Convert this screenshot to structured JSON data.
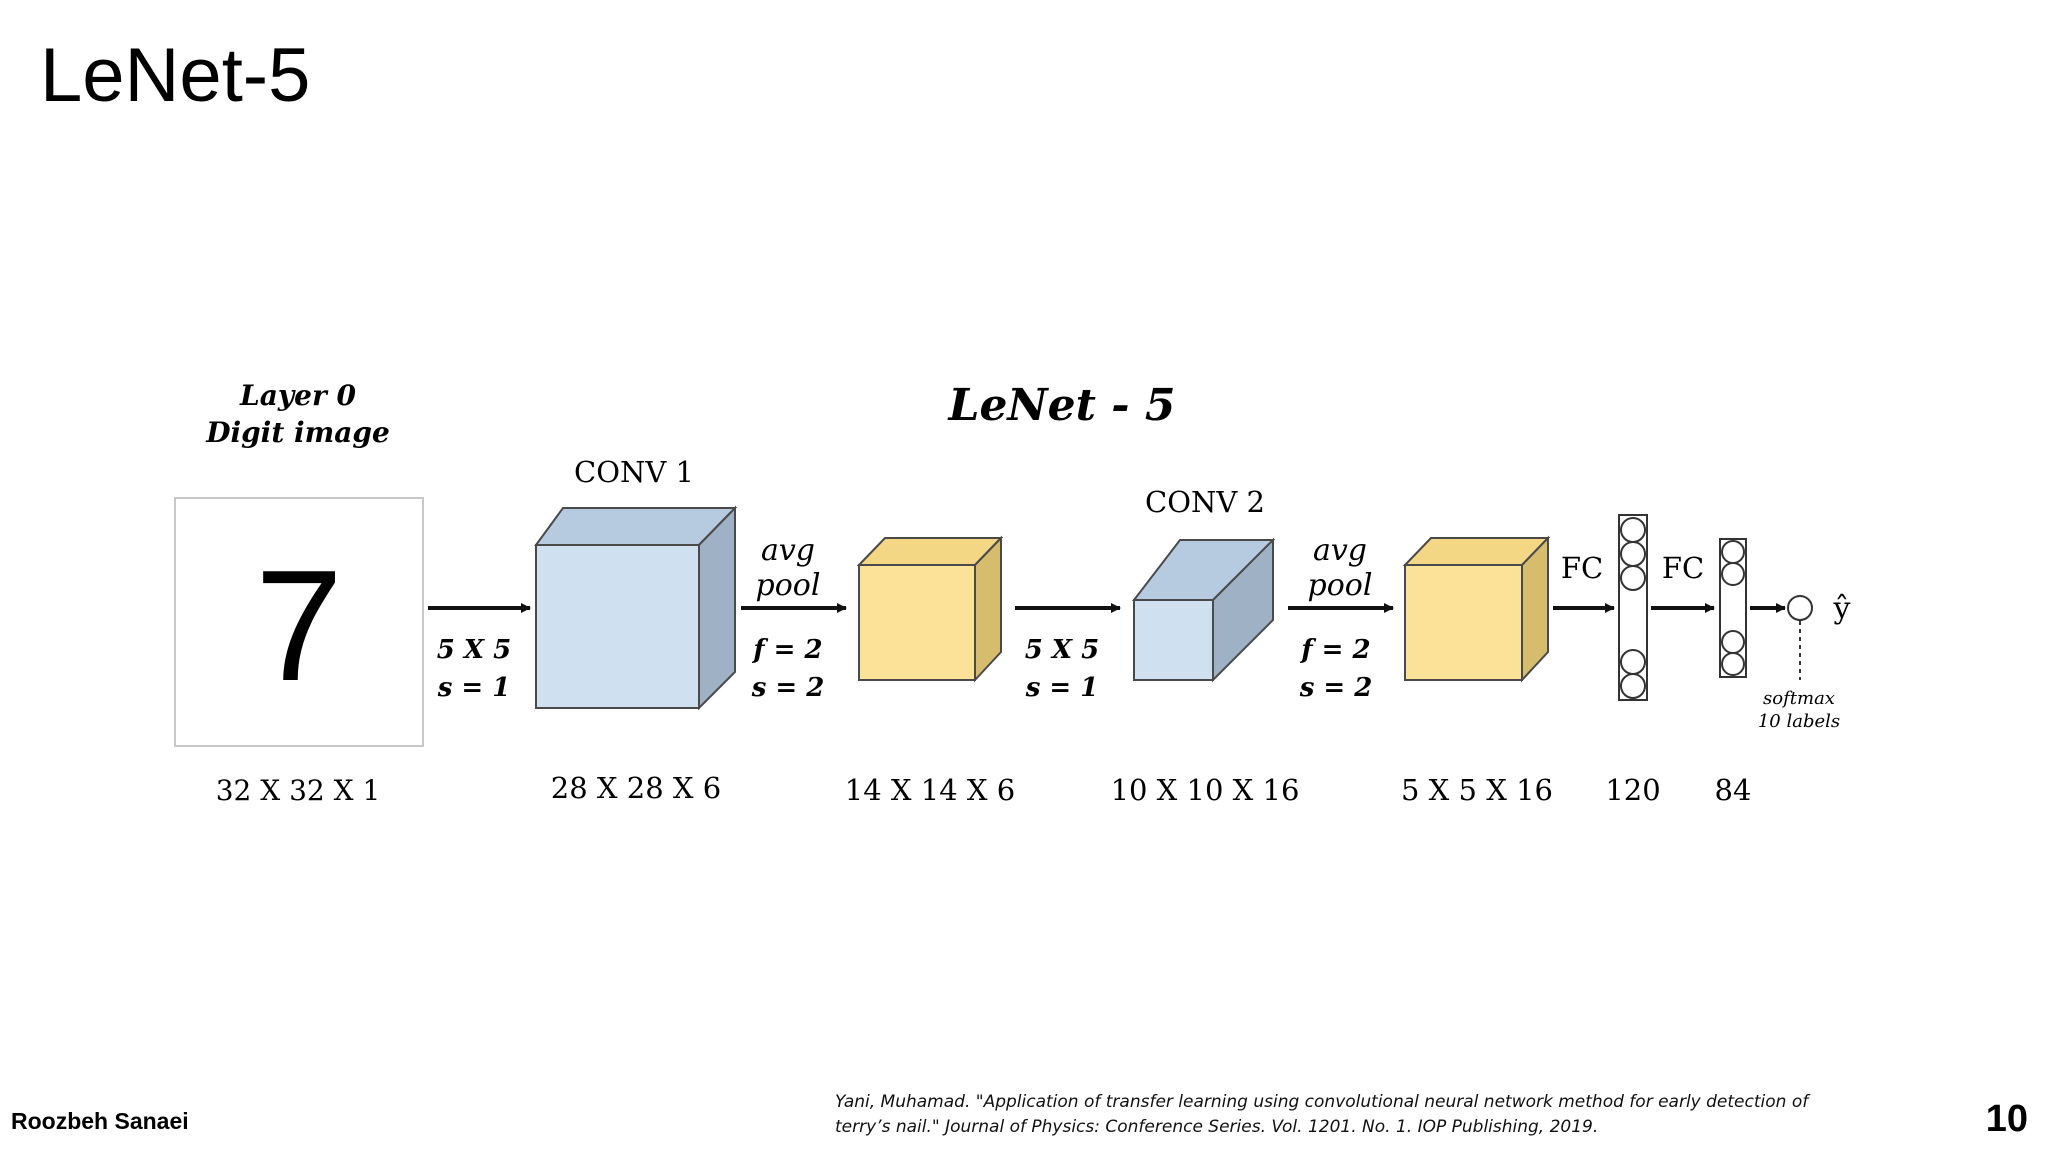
{
  "slide": {
    "title": "LeNet-5",
    "author": "Roozbeh Sanaei",
    "page_number": "10",
    "citation": {
      "line1": "Yani, Muhamad. \"Application of transfer learning using convolutional neural network method for early detection of",
      "line2": "terry’s nail.\" Journal of Physics: Conference Series. Vol. 1201. No. 1. IOP Publishing, 2019."
    }
  },
  "diagram": {
    "title": "LeNet - 5",
    "input": {
      "heading_line1": "Layer 0",
      "heading_line2": "Digit image",
      "digit": "7",
      "shape": "32 X 32 X 1"
    },
    "conv1": {
      "label": "CONV 1",
      "shape": "28 X 28 X 6",
      "kernel": "5 X 5",
      "stride": "s = 1"
    },
    "pool1": {
      "label_line1": "avg",
      "label_line2": "pool",
      "f": "f = 2",
      "s": "s = 2",
      "shape": "14 X 14 X 6"
    },
    "conv2": {
      "label": "CONV 2",
      "shape": "10 X 10 X 16",
      "kernel": "5 X 5",
      "stride": "s = 1"
    },
    "pool2": {
      "label_line1": "avg",
      "label_line2": "pool",
      "f": "f = 2",
      "s": "s = 2",
      "shape": "5 X 5 X 16"
    },
    "fc1": {
      "label": "FC",
      "size": "120"
    },
    "fc2": {
      "label": "FC",
      "size": "84"
    },
    "output": {
      "symbol": "ŷ",
      "note_line1": "softmax",
      "note_line2": "10 labels"
    },
    "colors": {
      "conv_front": "#cfe0f1",
      "conv_top": "#b7cbe0",
      "conv_side": "#9fb1c4",
      "pool_front": "#fbe298",
      "pool_top": "#f3d784",
      "pool_side": "#d6bd6e",
      "edge": "#4a4a4a"
    }
  }
}
